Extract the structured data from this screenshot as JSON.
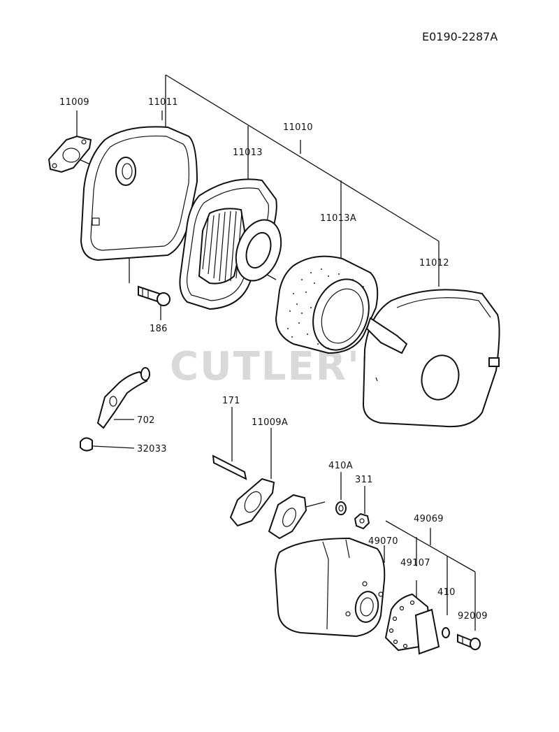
{
  "diagram_code": "E0190-2287A",
  "watermark": "CUTLER'S",
  "labels": {
    "p11009": "11009",
    "p11011": "11011",
    "p11010": "11010",
    "p11013": "11013",
    "p11013A": "11013A",
    "p11012": "11012",
    "p186": "186",
    "p702": "702",
    "p32033": "32033",
    "p171": "171",
    "p11009A": "11009A",
    "p410A": "410A",
    "p311": "311",
    "p49069": "49069",
    "p49070": "49070",
    "p49107": "49107",
    "p410": "410",
    "p92009": "92009"
  }
}
